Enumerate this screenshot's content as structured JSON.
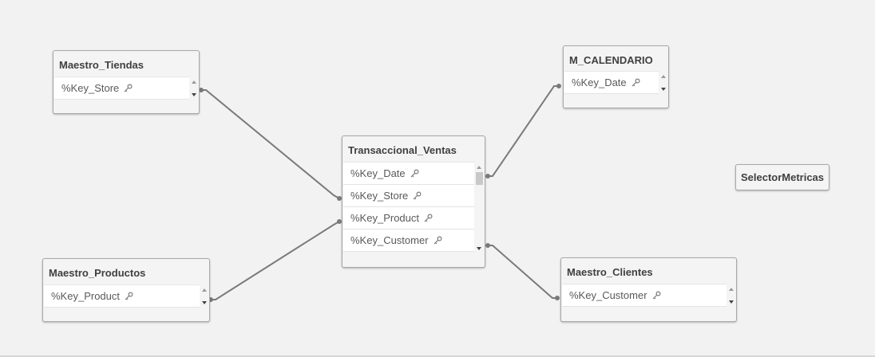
{
  "tables": {
    "tiendas": {
      "title": "Maestro_Tiendas",
      "fields": [
        "%Key_Store"
      ]
    },
    "calendario": {
      "title": "M_CALENDARIO",
      "fields": [
        "%Key_Date"
      ]
    },
    "ventas": {
      "title": "Transaccional_Ventas",
      "fields": [
        "%Key_Date",
        "%Key_Store",
        "%Key_Product",
        "%Key_Customer"
      ]
    },
    "productos": {
      "title": "Maestro_Productos",
      "fields": [
        "%Key_Product"
      ]
    },
    "clientes": {
      "title": "Maestro_Clientes",
      "fields": [
        "%Key_Customer"
      ]
    }
  },
  "selector": {
    "title": "SelectorMetricas"
  },
  "icons": {
    "key": "key-icon"
  },
  "colors": {
    "link": "#7a7a7a",
    "background": "#f2f2f2"
  }
}
